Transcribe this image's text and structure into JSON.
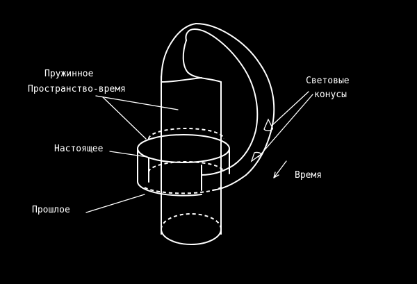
{
  "labels": {
    "spring_line1": "Пружинное",
    "spring_line2": "Пространство-время",
    "present": "Настоящее",
    "past": "Прошлое",
    "light_cones_line1": "Световые",
    "light_cones_line2": "конусы",
    "time": "Время"
  },
  "colors": {
    "background": "#000000",
    "line": "#ffffff"
  }
}
